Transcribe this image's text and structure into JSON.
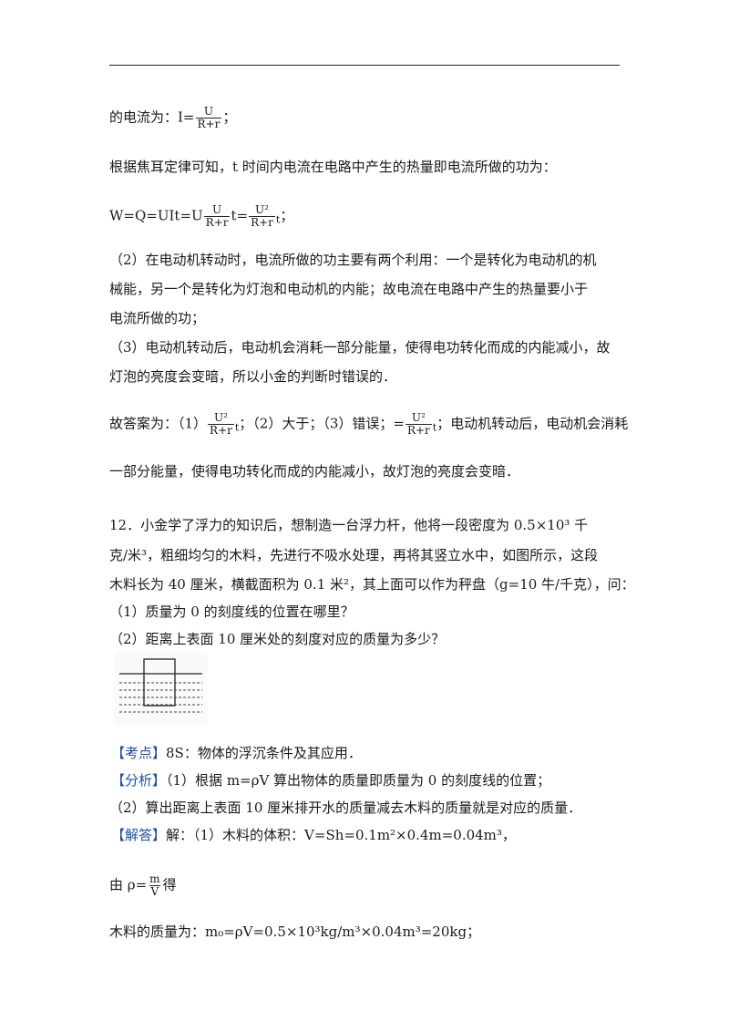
{
  "doc": {
    "l1": {
      "a": "的电流为：I=",
      "num": "U",
      "den": "R+r",
      "b": "；"
    },
    "l2": "根据焦耳定律可知，t 时间内电流在电路中产生的热量即电流所做的功为：",
    "l3": {
      "a": "W=Q=UIt=U",
      "num1": "U",
      "den1": "R+r",
      "b": "t=",
      "num2": "U²",
      "den2": "R+r",
      "t": "t",
      "c": "；"
    },
    "p2": [
      "（2）在电动机转动时，电流所做的功主要有两个利用：一个是转化为电动机的机",
      "械能，另一个是转化为灯泡和电动机的内能；故电流在电路中产生的热量要小于",
      "电流所做的功；"
    ],
    "p3": [
      "（3）电动机转动后，电动机会消耗一部分能量，使得电功转化而成的内能减小，故",
      "灯泡的亮度会变暗，所以小金的判断时错误的．"
    ],
    "ans": {
      "a": "故答案为：（1）",
      "num1": "U²",
      "den1": "R+r",
      "t1": "t",
      "b": "；（2）大于；（3）错误；=",
      "num2": "U²",
      "den2": "R+r",
      "t2": "t",
      "c": "；电动机转动后，电动机会消耗",
      "d": "一部分能量，使得电功转化而成的内能减小，故灯泡的亮度会变暗．"
    },
    "q12": [
      "12．小金学了浮力的知识后，想制造一台浮力杆，他将一段密度为 0.5×10³ 千",
      "克/米³，粗细均匀的木料，先进行不吸水处理，再将其竖立水中，如图所示，这段",
      "木料长为 40 厘米，横截面积为 0.1 米²，其上面可以作为秤盘（g=10 牛/千克），问：",
      "（1）质量为 0 的刻度线的位置在哪里？",
      "（2）距离上表面 10 厘米处的刻度对应的质量为多少？"
    ],
    "kaodian": {
      "tag": "【考点】",
      "text": "8S：物体的浮沉条件及其应用．"
    },
    "fenxi": {
      "tag": "【分析】",
      "text": "（1）根据 m=ρV 算出物体的质量即质量为 0 的刻度线的位置；"
    },
    "fenxi2": "（2）算出距离上表面 10 厘米排开水的质量减去木料的质量就是对应的质量．",
    "jieda": {
      "tag": "【解答】",
      "text": "解：（1）木料的体积：V=Sh=0.1m²×0.4m=0.04m³，"
    },
    "rho": {
      "a": "由 ρ=",
      "num": "m",
      "den": "V",
      "b": "得"
    },
    "mass": "木料的质量为：m₀=ρV=0.5×10³kg/m³×0.04m³=20kg；"
  }
}
